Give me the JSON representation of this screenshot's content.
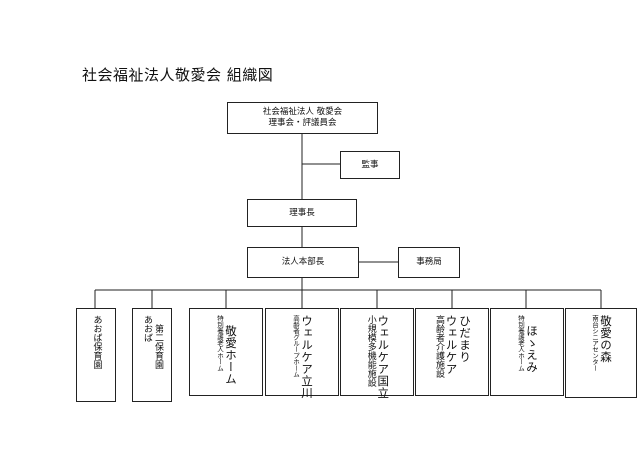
{
  "title": "社会福祉法人敬愛会 組織図",
  "board": {
    "line1": "社会福祉法人 敬愛会",
    "line2": "理事会・評議員会"
  },
  "auditor": "監事",
  "chairman": "理事長",
  "hq_director": "法人本部長",
  "secretariat": "事務局",
  "facilities": [
    {
      "lines": [
        "あおば保育園"
      ]
    },
    {
      "lines": [
        "あおば",
        "第二保育園"
      ]
    },
    {
      "lines": [
        "特別養護老人ホーム",
        "敬愛ホーム"
      ]
    },
    {
      "lines": [
        "高齢者グループホーム",
        "ウェルケア立川"
      ]
    },
    {
      "lines": [
        "小規模多機能施設",
        "ウェルケア国立"
      ]
    },
    {
      "lines": [
        "高齢者介護施設",
        "ウェルケア",
        "ひだまり"
      ]
    },
    {
      "lines": [
        "特別養護老人ホーム",
        "ほゝえみ"
      ]
    },
    {
      "lines": [
        "南台シニアセンター",
        "敬愛の森"
      ]
    }
  ]
}
